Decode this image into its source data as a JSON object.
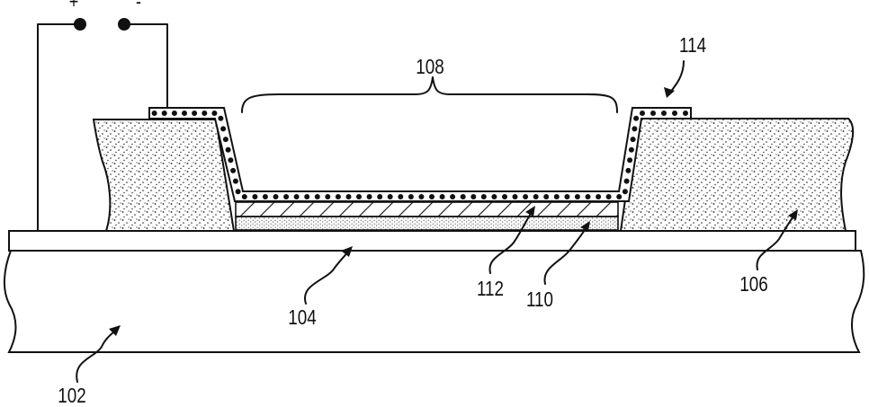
{
  "terminals": {
    "positive": "+",
    "negative": "-"
  },
  "labels": {
    "substrate": "102",
    "base_layer": "104",
    "insulating_block": "106",
    "channel_region": "108",
    "bottom_layer": "110",
    "hatched_layer": "112",
    "conductive_coating": "114"
  },
  "colors": {
    "ink": "#111111",
    "background": "#ffffff"
  }
}
